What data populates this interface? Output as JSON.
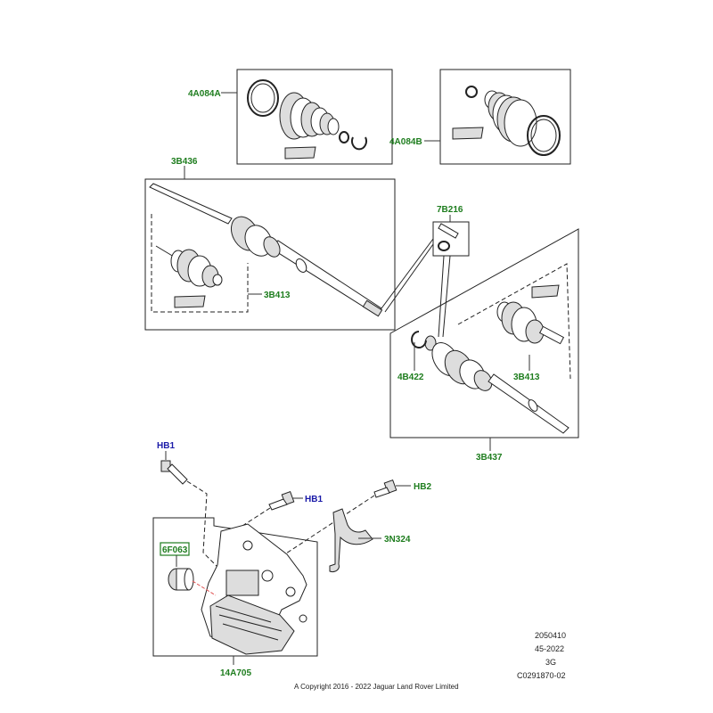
{
  "callouts": {
    "boot_kit_a": "4A084A",
    "boot_kit_b": "4A084B",
    "shaft_left": "3B436",
    "joint_left": "3B413",
    "clip_kit": "7B216",
    "snap_ring": "4B422",
    "joint_right": "3B413",
    "shaft_right": "3B437",
    "bolt_hb1_top": "HB1",
    "bolt_hb1_mid": "HB1",
    "bolt_hb2": "HB2",
    "bracket_strap": "3N324",
    "bushing": "6F063",
    "bearing_housing": "14A705"
  },
  "footer": {
    "line1": "2050410",
    "line2": "45-2022",
    "line3": "3G",
    "line4": "C0291870-02",
    "copyright": "A Copyright 2016 - 2022 Jaguar Land Rover Limited"
  },
  "colors": {
    "part_number": "#1e7d1e",
    "fastener_code": "#1a1aa8",
    "highlight_box": "#1e7d1e",
    "leader_red": "#e05050"
  }
}
